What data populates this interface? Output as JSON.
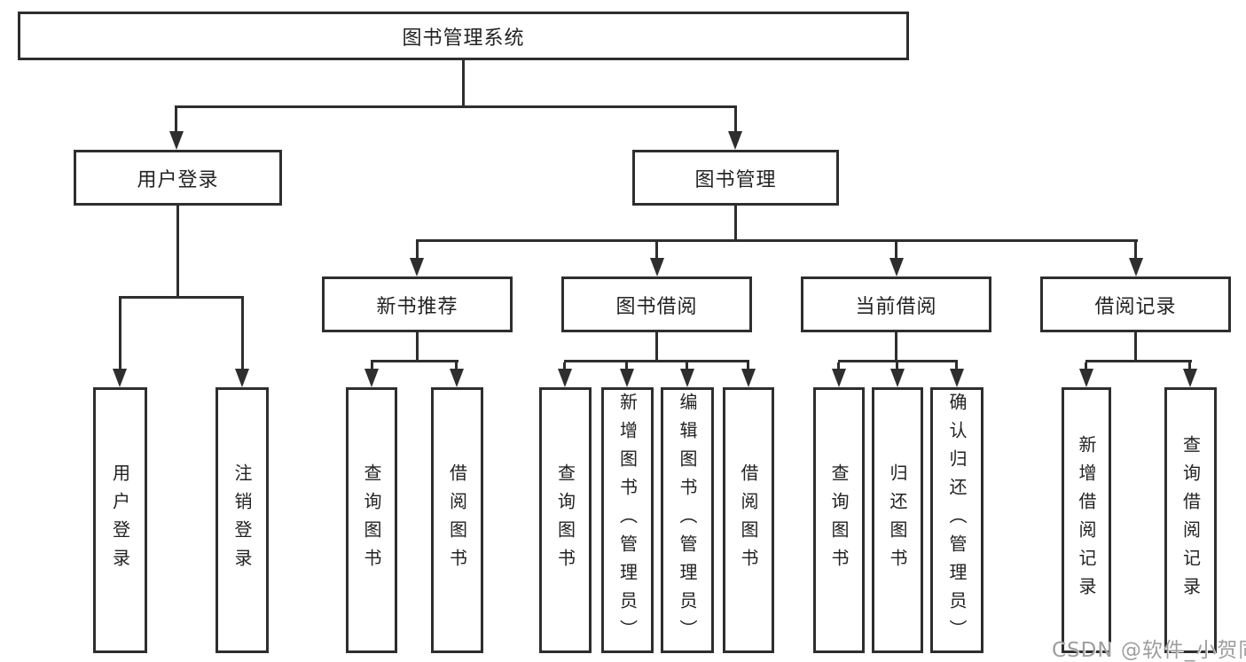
{
  "diagram": {
    "root": {
      "label": "图书管理系统"
    },
    "level2": [
      {
        "label": "用户登录"
      },
      {
        "label": "图书管理"
      }
    ],
    "level3": [
      {
        "label": "新书推荐"
      },
      {
        "label": "图书借阅"
      },
      {
        "label": "当前借阅"
      },
      {
        "label": "借阅记录"
      }
    ],
    "leaves": {
      "login": [
        "用户登录",
        "注销登录"
      ],
      "newbook": [
        "查询图书",
        "借阅图书"
      ],
      "borrow": [
        "查询图书",
        "新增图书（管理员）",
        "编辑图书（管理员）",
        "借阅图书"
      ],
      "current": [
        "查询图书",
        "归还图书",
        "确认归还（管理员）"
      ],
      "records": [
        "新增借阅记录",
        "查询借阅记录"
      ]
    },
    "colors": {
      "line": "#2e2e2e",
      "text": "#222222",
      "watermark": "#9e9e9e",
      "background": "#ffffff"
    }
  },
  "watermark": {
    "text": "CSDN @软件_小贺同学"
  }
}
